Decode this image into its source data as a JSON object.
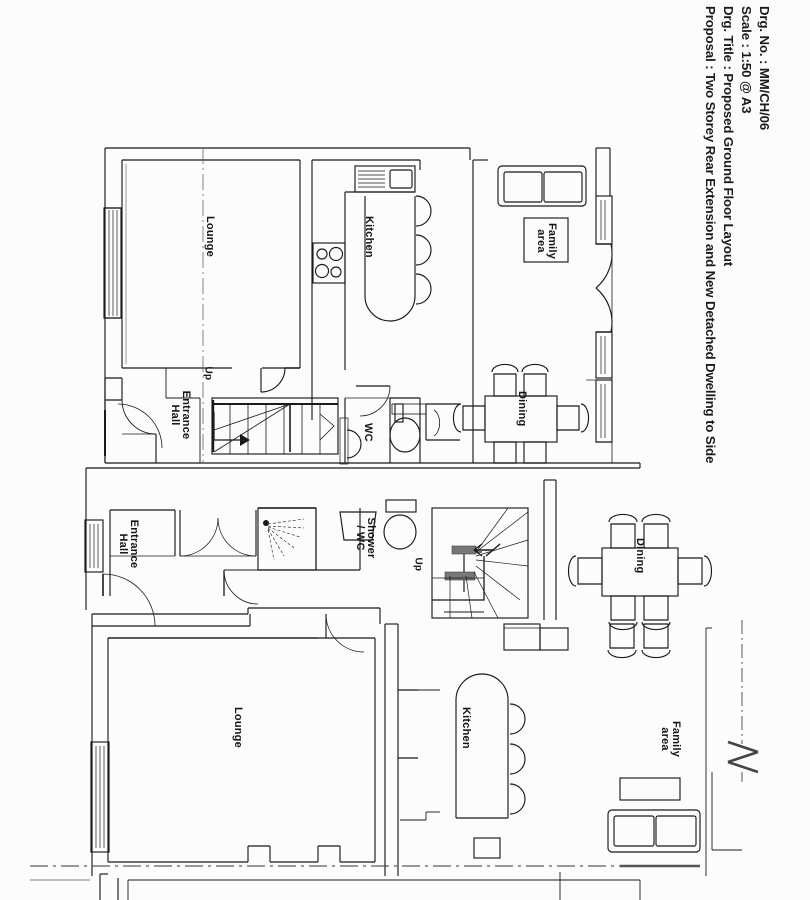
{
  "drawing": {
    "type": "architectural-floor-plan",
    "orientation": "title block rotated 90 degrees along right edge",
    "background_color": "#fcfcfc",
    "line_color": "#1a1a1a"
  },
  "title_block": {
    "proposal": "Proposal : Two Storey Rear Extension and New Detached Dwelling to Side",
    "drawing_title": "Drg. Title : Proposed Ground Floor Layout",
    "scale": "Scale : 1:50 @ A3",
    "drawing_number": "Drg. No. : MM/CH/06"
  },
  "rooms": {
    "upper_unit": [
      {
        "name": "lounge",
        "label": "Lounge"
      },
      {
        "name": "kitchen",
        "label": "Kitchen"
      },
      {
        "name": "family-area",
        "label_line1": "Family",
        "label_line2": "area"
      },
      {
        "name": "entrance-hall",
        "label_line1": "Entrance",
        "label_line2": "Hall"
      },
      {
        "name": "wc",
        "label": "WC"
      },
      {
        "name": "dining",
        "label": "Dining"
      }
    ],
    "lower_unit": [
      {
        "name": "lounge",
        "label": "Lounge"
      },
      {
        "name": "kitchen",
        "label": "Kitchen"
      },
      {
        "name": "family-area",
        "label_line1": "Family",
        "label_line2": "area"
      },
      {
        "name": "entrance-hall",
        "label_line1": "Entrance",
        "label_line2": "Hall"
      },
      {
        "name": "shower-wc",
        "label_line1": "Shower",
        "label_line2": "/ WC"
      },
      {
        "name": "dining",
        "label": "Dining"
      }
    ]
  },
  "annotations": {
    "stair_up_upper": "Up",
    "stair_up_lower": "Up"
  },
  "symbols": [
    {
      "name": "break-symbol",
      "description": "zigzag break on boundary line"
    },
    {
      "name": "boundary-line",
      "description": "dash-dot site boundary"
    },
    {
      "name": "stair-direction-arrow",
      "description": "arrow indicating ascent"
    }
  ]
}
